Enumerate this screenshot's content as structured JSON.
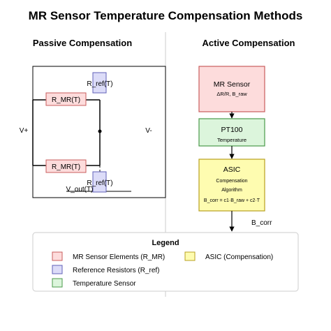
{
  "title": "MR Sensor Temperature Compensation Methods",
  "passive": {
    "heading": "Passive Compensation",
    "v_plus": "V+",
    "v_minus": "V-",
    "r_mr_top": "R_MR(T)",
    "r_mr_bottom": "R_MR(T)",
    "r_ref_top": "R_ref(T)",
    "r_ref_bottom": "R_ref(T)",
    "v_out": "V_out(T)"
  },
  "active": {
    "heading": "Active Compensation",
    "mr_sensor": {
      "title": "MR Sensor",
      "sub": "ΔR/R, B_raw"
    },
    "pt100": {
      "title": "PT100",
      "sub": "Temperature"
    },
    "asic": {
      "title": "ASIC",
      "line1": "Compensation",
      "line2": "Algorithm",
      "line3": "B_corr = c1·B_raw + c2·T"
    },
    "output_label": "B_corr"
  },
  "legend": {
    "title": "Legend",
    "items": [
      {
        "label": "MR Sensor Elements (R_MR)",
        "color": "#fddcdc"
      },
      {
        "label": "Reference Resistors (R_ref)",
        "color": "#dcdcf8"
      },
      {
        "label": "Temperature Sensor",
        "color": "#dcf5dc"
      },
      {
        "label": "ASIC (Compensation)",
        "color": "#fefcb0"
      }
    ]
  },
  "colors": {
    "mr_fill": "#fddcdc",
    "mr_stroke": "#c95c5c",
    "ref_fill": "#dcdcf8",
    "ref_stroke": "#6060b8",
    "temp_fill": "#dcf5dc",
    "temp_stroke": "#4a9a4a",
    "asic_fill": "#fefcb0",
    "asic_stroke": "#b8a020"
  }
}
